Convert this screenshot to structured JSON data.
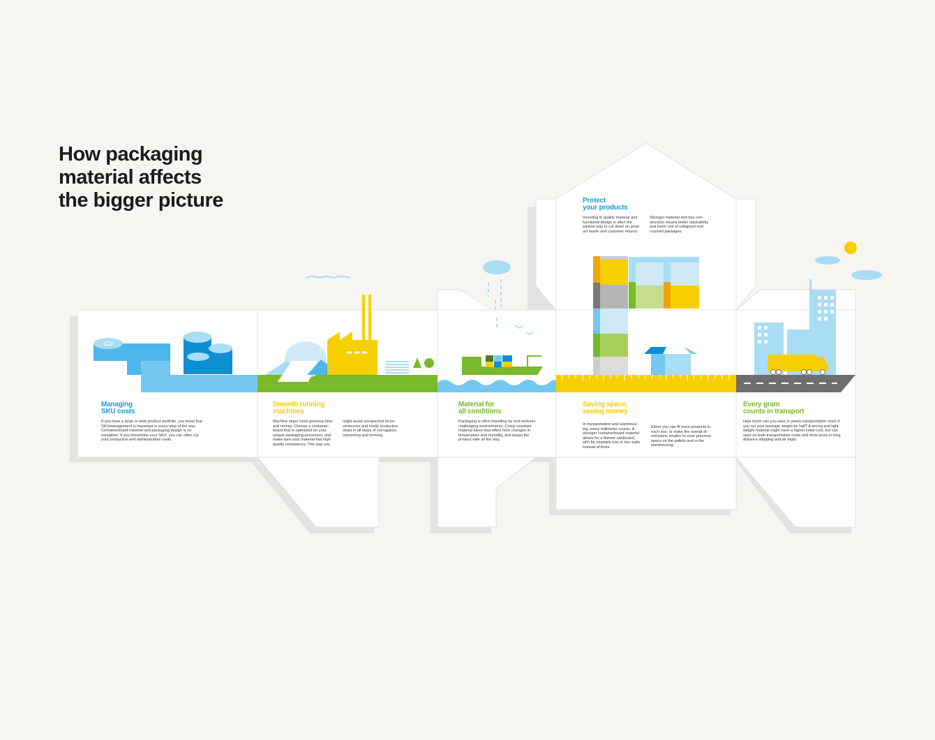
{
  "title": [
    "How packaging",
    "material affects",
    "the bigger picture"
  ],
  "colors": {
    "background": "#f6f5f1",
    "blue": "#1a9ad6",
    "light_blue": "#74c7ef",
    "yellow": "#f5cf00",
    "green": "#7ab929",
    "gray": "#6e6e6e"
  },
  "sections": [
    {
      "id": "sku",
      "heading": [
        "Managing",
        "SKU costs"
      ],
      "color": "blue",
      "paragraphs": [
        "If you have a large or wide product portfolio, you know that SKUmanagement is important in every step of the way. Containerboard material and packaging design is no exception. If you streamline your SKU, you can often cut your production and administrative costs."
      ]
    },
    {
      "id": "machines",
      "heading": [
        "Smooth running",
        "machines"
      ],
      "color": "yellow",
      "paragraphs": [
        "Machine stops costs precious time and money. Choose a container-board that is optimized for your unique packaging processes, and make sure your material has high quality consistency. This way you",
        "might avoid unexpected incon-veniences and costly production stops in all steps of corrugation, converting and forming."
      ]
    },
    {
      "id": "conditions",
      "heading": [
        "Material for",
        "all conditions"
      ],
      "color": "green",
      "paragraphs": [
        "Packaging is often travelling far and endures challenging environments. Creep resistant material takes less effect from changes in temperature and humidity, and keeps the product safe all the way."
      ]
    },
    {
      "id": "protect",
      "heading": [
        "Protect",
        "your products"
      ],
      "color": "blue",
      "paragraphs": [
        "Investing in quality material and functional design is often the easiest way to cut down on prod-uct waste and customer returns.",
        "Stronger material and box con-struction means better stackability and lower risk of collapsed and crushed packages."
      ]
    },
    {
      "id": "space",
      "heading": [
        "Saving space,",
        "saving money"
      ],
      "color": "yellow",
      "paragraphs": [
        "In transportation and warehous-ing, every millimeter counts. A stronger containerboard material allows for a thinner cardboard, with for example one or two walls instead of three.",
        "Either you can fit more products in each box, or make the overall di-mensions smaller to save precious space on the pallets and in the warehousing."
      ]
    },
    {
      "id": "transport",
      "heading": [
        "Every gram",
        "counts in transport"
      ],
      "color": "green",
      "paragraphs": [
        "How much can you save in yearly transportation costs if you cut your package weight by half? A strong and light weight material might have a higher initial cost, but can save on both transportation costs and emis-sions in long distance shipping and air fright."
      ]
    }
  ]
}
